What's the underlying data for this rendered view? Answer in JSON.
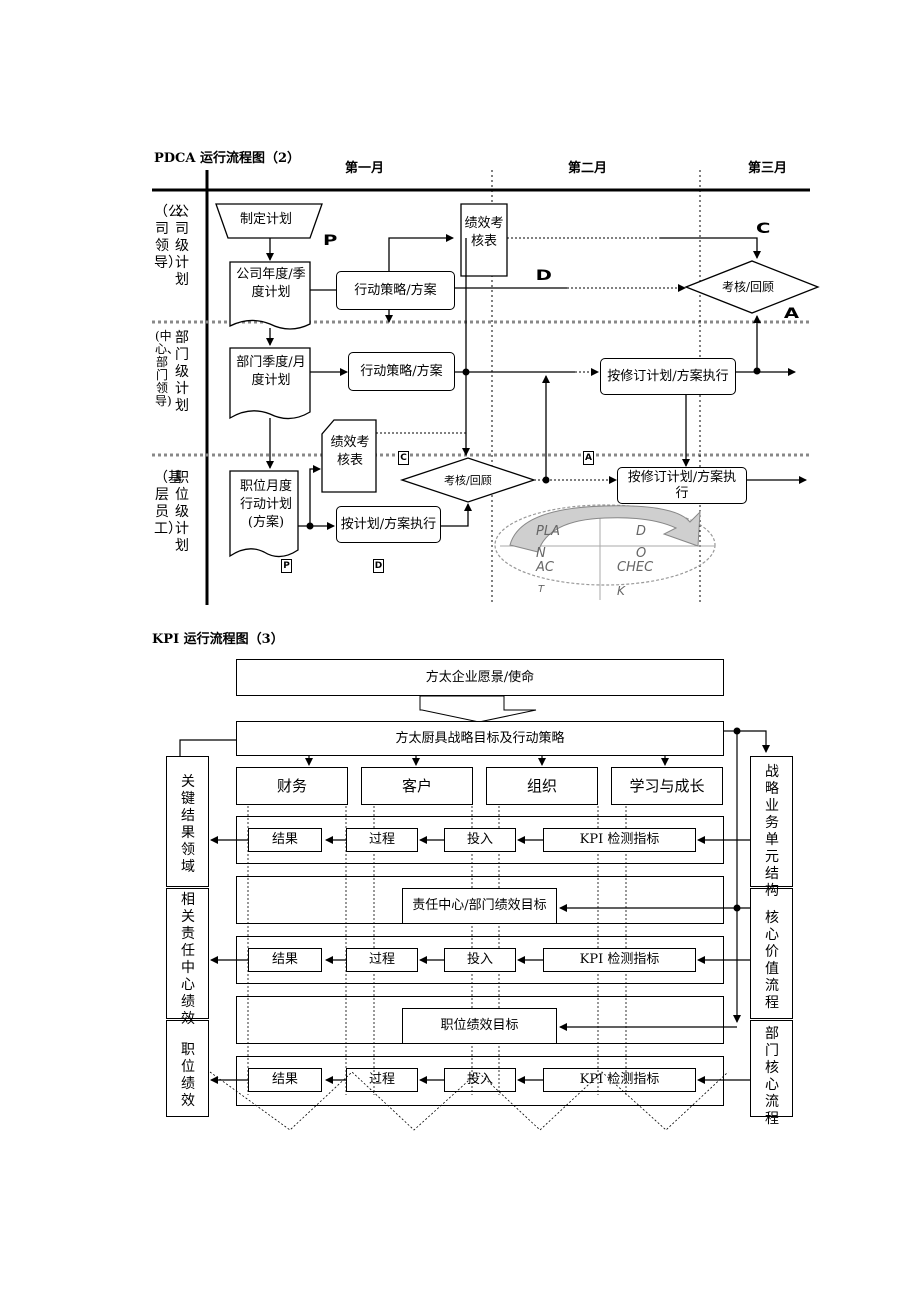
{
  "pdca": {
    "title": "PDCA 运行流程图（2）",
    "months": [
      "第一月",
      "第二月",
      "第三月"
    ],
    "rows": {
      "company": {
        "label": "公司级计划",
        "sub": "（公司领导）"
      },
      "dept": {
        "label": "部门级计划",
        "sub": "(中心、部门领导)"
      },
      "staff": {
        "label": "职位级计划",
        "sub": "（基层员工）"
      }
    },
    "nodes": {
      "make_plan": "制定计划",
      "company_plan": "公司年度/季度计划",
      "action1": "行动策略/方案",
      "perf_sheet_top": "绩效考核表",
      "review_top": "考核/回顾",
      "dept_plan": "部门季度/月度计划",
      "action2": "行动策略/方案",
      "revise_dept": "按修订计划/方案执行",
      "perf_sheet_mid": "绩效考核表",
      "review_mid": "考核/回顾",
      "staff_plan": "职位月度行动计划(方案)",
      "execute": "按计划/方案执行",
      "revise_staff": "按修订计划/方案执行"
    },
    "letters": {
      "P": "P",
      "C": "C",
      "D": "D",
      "A": "A"
    },
    "cycle": {
      "plan": "PLA",
      "n": "N",
      "do1": "D",
      "do2": "O",
      "act": "AC",
      "t": "T",
      "check": "CHEC",
      "k": "K"
    }
  },
  "kpi": {
    "title": "KPI 运行流程图（3）",
    "vision": "方太企业愿景/使命",
    "strategy": "方太厨具战略目标及行动策略",
    "perspectives": [
      "财务",
      "客户",
      "组织",
      "学习与成长"
    ],
    "row_labels": [
      "结果",
      "过程",
      "投入",
      "KPI 检测指标"
    ],
    "dept_target": "责任中心/部门绩效目标",
    "job_target": "职位绩效目标",
    "left_labels": [
      "关键结果领域",
      "相关责任中心绩效",
      "职位绩效"
    ],
    "right_labels": [
      "战略业务单元结构",
      "核心价值流程",
      "部门核心流程"
    ]
  }
}
